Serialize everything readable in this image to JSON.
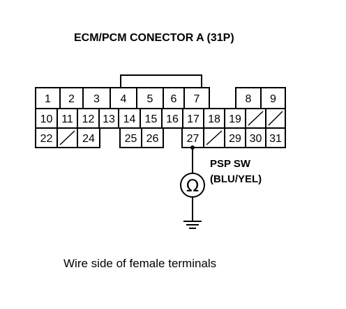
{
  "title": "ECM/PCM CONECTOR A (31P)",
  "connector": {
    "row1": [
      "1",
      "2",
      "3",
      "4",
      "5",
      "6",
      "7",
      "",
      "8",
      "9"
    ],
    "row2": [
      "10",
      "11",
      "12",
      "13",
      "14",
      "15",
      "16",
      "17",
      "18",
      "19",
      "",
      ""
    ],
    "row3": [
      "22",
      "",
      "24",
      "",
      "25",
      "26",
      "",
      "27",
      "",
      "29",
      "30",
      "31"
    ]
  },
  "switch": {
    "name": "PSP SW",
    "wire_color": "(BLU/YEL)",
    "symbol": "Ω"
  },
  "caption": "Wire side of female terminals"
}
